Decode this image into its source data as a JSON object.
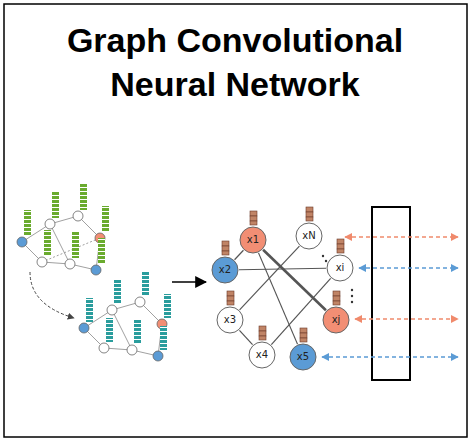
{
  "diagram": {
    "title": "Graph Convolutional Neural Network",
    "nodes": [
      {
        "text": [
          "x1"
        ]
      },
      {
        "text": [
          "xN"
        ]
      },
      {
        "text": [
          "x2"
        ]
      },
      {
        "text": [
          "xi"
        ]
      },
      {
        "text": [
          "x3"
        ]
      },
      {
        "text": [
          "xj"
        ]
      },
      {
        "text": [
          "x4"
        ]
      },
      {
        "text": [
          "x5"
        ]
      }
    ],
    "edges": [
      {
        "from": 0,
        "to": 2,
        "arrow": "none"
      },
      {
        "from": 0,
        "to": 5,
        "arrow": "none"
      },
      {
        "from": 0,
        "to": 7,
        "arrow": "none"
      },
      {
        "from": 1,
        "to": 4,
        "arrow": "none"
      },
      {
        "from": 2,
        "to": 3,
        "arrow": "none"
      },
      {
        "from": 4,
        "to": 6,
        "arrow": "none"
      },
      {
        "from": 3,
        "to": 6,
        "arrow": "none"
      }
    ]
  }
}
